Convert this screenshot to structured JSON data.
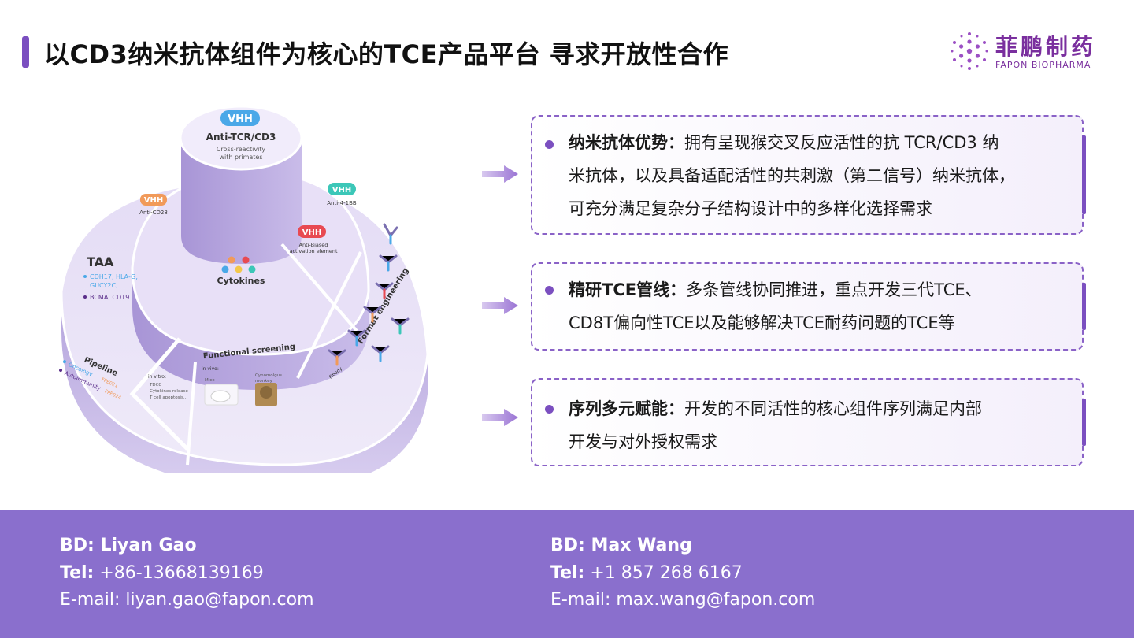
{
  "page": {
    "title": "以CD3纳米抗体组件为核心的TCE产品平台 寻求开放性合作"
  },
  "logo": {
    "cn": "菲鹏制药",
    "en": "FAPON BIOPHARMA"
  },
  "diagram": {
    "vhh_top": "VHH",
    "top_title": "Anti-TCR/CD3",
    "top_sub1": "Cross-reactivity",
    "top_sub2": "with primates",
    "vhh_cd28": "VHH",
    "cd28": "Anti-CD28",
    "vhh_41bb": "VHH",
    "anti41bb": "Anti-4-1BB",
    "vhh_biased": "VHH",
    "biased1": "Anti-Biased",
    "biased2": "activation element",
    "cytokines": "Cytokines",
    "taa": "TAA",
    "taa_1": "CDH17, HLA-G,",
    "taa_2": "GUCY2C,",
    "taa_3": "BCMA, CD19...",
    "pipeline": "Pipeline",
    "oncology": "Oncology",
    "oncology_code": "FPE021",
    "autoimmunity": "Autoimmunity",
    "autoimmunity_code": "FPE024",
    "functional": "Functional screening",
    "invitro": "in vitro:",
    "invitro_1": "TDCC",
    "invitro_2": "Cytokines release",
    "invitro_3": "T cell apoptosis...",
    "invivo": "in vivo:",
    "mice": "Mice",
    "cyno1": "Cynomolgus",
    "cyno2": "monkey",
    "format": "Format engineering",
    "fibody": "Fibody"
  },
  "cards": [
    {
      "head": "纳米抗体优势：",
      "line1": "拥有呈现猴交叉反应活性的抗 TCR/CD3 纳",
      "line2": "米抗体，以及具备适配活性的共刺激（第二信号）纳米抗体，",
      "line3": "可充分满足复杂分子结构设计中的多样化选择需求"
    },
    {
      "head": "精研TCE管线：",
      "line1": "多条管线协同推进，重点开发三代TCE、",
      "line2": "CD8T偏向性TCE以及能够解决TCE耐药问题的TCE等"
    },
    {
      "head": "序列多元赋能：",
      "line1": "开发的不同活性的核心组件序列满足内部",
      "line2": "开发与对外授权需求"
    }
  ],
  "contacts": [
    {
      "bd": "BD:  Liyan Gao",
      "tel_label": "Tel:",
      "tel": " +86-13668139169",
      "email": "E-mail: liyan.gao@fapon.com"
    },
    {
      "bd": "BD:  Max Wang",
      "tel_label": "Tel:",
      "tel": " +1 857 268 6167",
      "email": "E-mail: max.wang@fapon.com"
    }
  ],
  "colors": {
    "accent": "#7b4fc0",
    "footer": "#8a6fcd",
    "vhh_blue": "#4aa8e8",
    "vhh_orange": "#f19a5a",
    "vhh_teal": "#3cc7b8",
    "vhh_red": "#e84a52"
  }
}
